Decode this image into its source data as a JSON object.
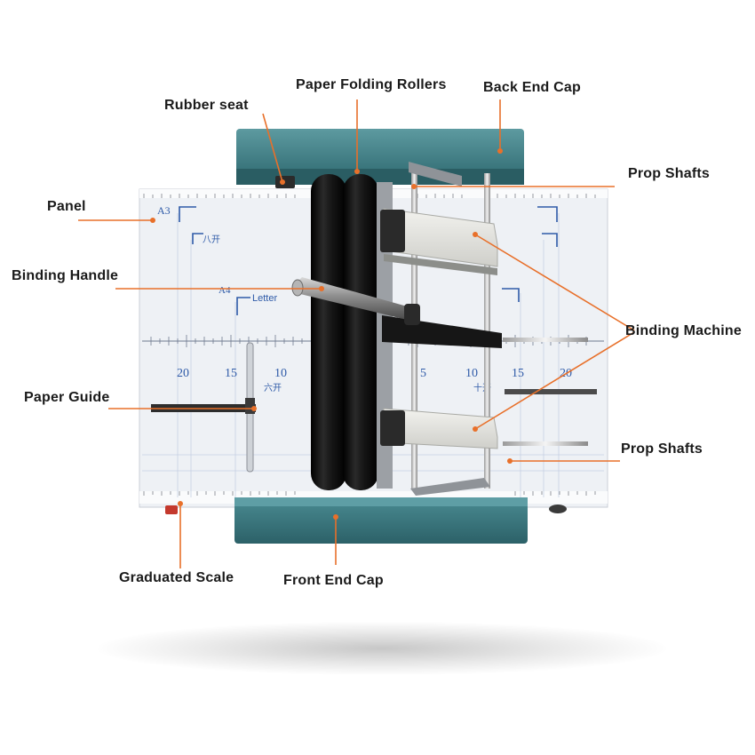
{
  "callouts": {
    "rubber_seat": "Rubber seat",
    "paper_folding_rollers": "Paper Folding Rollers",
    "back_end_cap": "Back End Cap",
    "prop_shafts_top": "Prop Shafts",
    "panel": "Panel",
    "binding_handle": "Binding Handle",
    "binding_machine": "Binding Machine",
    "paper_guide": "Paper Guide",
    "prop_shafts_bottom": "Prop Shafts",
    "graduated_scale": "Graduated Scale",
    "front_end_cap": "Front End Cap"
  },
  "panel_marks": {
    "a3": "A3",
    "ba_kai": "八开",
    "a4": "A4",
    "letter": "Letter",
    "liu_kai": "六开",
    "shi_kai": "十开",
    "scale_20_left": "20",
    "scale_15_left": "15",
    "scale_10_left": "10",
    "scale_5_right": "5",
    "scale_10_right": "10",
    "scale_15_right": "15",
    "scale_20_right": "20"
  },
  "colors": {
    "callout_line": "#e8702a",
    "end_cap": "#3f7f86",
    "panel": "#f1f3f6",
    "guide_blue": "#2e5aa8",
    "roller": "#111111"
  }
}
